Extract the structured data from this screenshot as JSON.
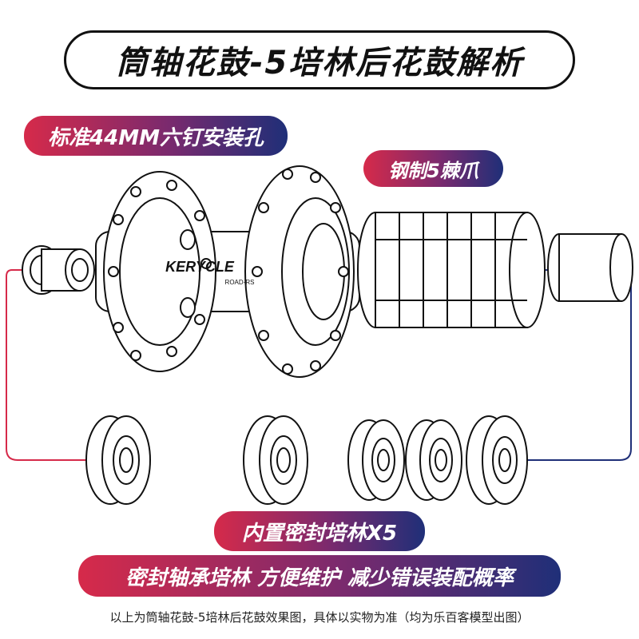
{
  "header": {
    "title": "筒轴花鼓-5培林后花鼓解析"
  },
  "labels": {
    "mount": "标准44MM六钉安装孔",
    "pawls": "钢制5棘爪",
    "bearings": "内置密封培林X5",
    "benefits": "密封轴承培林 方便维护 减少错误装配概率"
  },
  "hub_logo": {
    "brand": "KERYCLE",
    "model": "ROAD-RS"
  },
  "footer": {
    "note": "以上为筒轴花鼓-5培林后花鼓效果图，具体以实物为准（均为乐百客模型出图）"
  },
  "colors": {
    "accent_red": "#d62a4a",
    "accent_purple": "#7a2a6e",
    "accent_blue": "#1f2f78",
    "outline": "#111111"
  },
  "icons": [
    "hub-drawing",
    "bearing-icon"
  ]
}
